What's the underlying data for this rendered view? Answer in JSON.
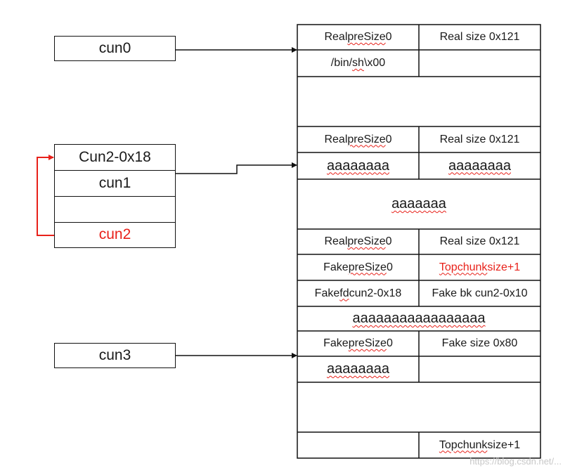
{
  "pointers": {
    "cun0": "cun0",
    "cun2_minus": "Cun2-0x18",
    "cun1": "cun1",
    "empty": "",
    "cun2": "cun2",
    "cun3": "cun3"
  },
  "chunks": {
    "r1": {
      "left": "Real preSize 0",
      "right": "Real size 0x121"
    },
    "r2": {
      "left": "/bin/sh\\x00",
      "right": ""
    },
    "r4": {
      "left": "Real preSize 0",
      "right": "Real size 0x121"
    },
    "r5": {
      "left": "aaaaaaaa",
      "right": "aaaaaaaa"
    },
    "r6": {
      "full": "aaaaaaa"
    },
    "r7": {
      "left": "Real preSize 0",
      "right": "Real size 0x121"
    },
    "r8": {
      "left": "Fake preSize 0",
      "right": "Topchunk size+1"
    },
    "r9": {
      "left": "Fake fd cun2-0x18",
      "right": "Fake bk cun2-0x10"
    },
    "r10": {
      "full": "aaaaaaaaaaaaaaaaa"
    },
    "r11": {
      "left": "Fake preSize 0",
      "right": "Fake size 0x80"
    },
    "r12": {
      "left": "aaaaaaaa",
      "right": ""
    },
    "r14": {
      "left": "",
      "right": "Topchunk size+1"
    }
  },
  "colors": {
    "line": "#111111",
    "red": "#e8211a"
  },
  "watermark": "https://blog.csdn.net/..."
}
